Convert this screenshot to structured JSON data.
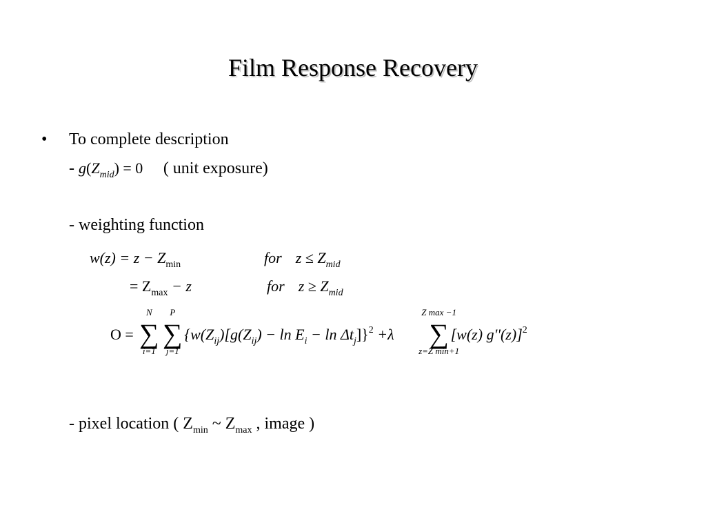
{
  "title": "Film Response Recovery",
  "bullet": {
    "symbol": "•",
    "text": "To complete description"
  },
  "constraint": {
    "dash": "-",
    "g": "g",
    "lparen": "(",
    "Z": "Z",
    "sub_mid": "mid",
    "rparen_eq": ") = 0",
    "note": "( unit exposure)"
  },
  "weighting": {
    "heading": "- weighting function",
    "line1": {
      "lhs": "w(z) = z − Z",
      "sub": "min",
      "cond": "for",
      "cond_expr": "z ≤ Z",
      "cond_sub": "mid"
    },
    "line2": {
      "lhs": "= Z",
      "sub": "max",
      "rest": " − z",
      "cond": "for",
      "cond_expr": "z ≥ Z",
      "cond_sub": "mid"
    }
  },
  "objective": {
    "lhs": "O =",
    "sum1": {
      "sigma": "∑",
      "upper": "N",
      "lower": "i=1"
    },
    "sum2": {
      "sigma": "∑",
      "upper": "P",
      "lower": "j=1"
    },
    "term1_a": "{w(Z",
    "term1_sub_a": "ij",
    "term1_b": ")[g(Z",
    "term1_sub_b": "ij",
    "term1_c": ") − ln E",
    "term1_sub_c": "i",
    "term1_d": " − ln Δt",
    "term1_sub_d": "j",
    "term1_e": "]}",
    "term1_sup": "2",
    "plus_lambda": "+λ",
    "sum3": {
      "sigma": "∑",
      "upper": "Z max −1",
      "lower": "z=Z min+1"
    },
    "term2": "[w(z) g''(z)]",
    "term2_sup": "2"
  },
  "pixel_location": {
    "prefix": "- pixel location ( Z",
    "sub_min": "min",
    "mid": " ~ Z",
    "sub_max": "max",
    "suffix": " , image )"
  }
}
